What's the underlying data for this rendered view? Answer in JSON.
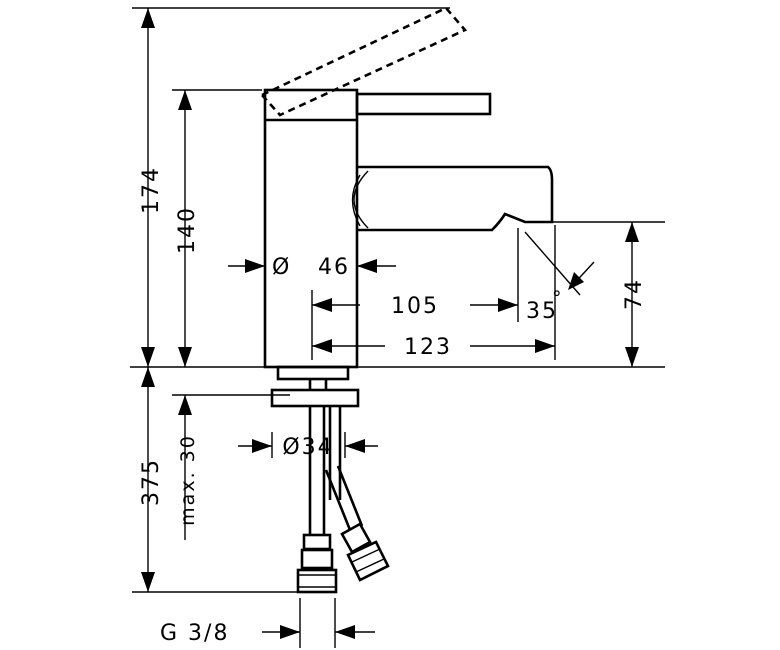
{
  "dimensions": {
    "total_height": "174",
    "body_height": "140",
    "body_diameter": "Ø",
    "body_diameter_value": "46",
    "spout_reach": "105",
    "spout_angle": "35",
    "angle_unit": "°",
    "total_reach": "123",
    "spout_height": "74",
    "shank_length": "375",
    "max_thickness": "max. 30",
    "shank_diameter": "Ø34",
    "thread": "G 3/8"
  }
}
